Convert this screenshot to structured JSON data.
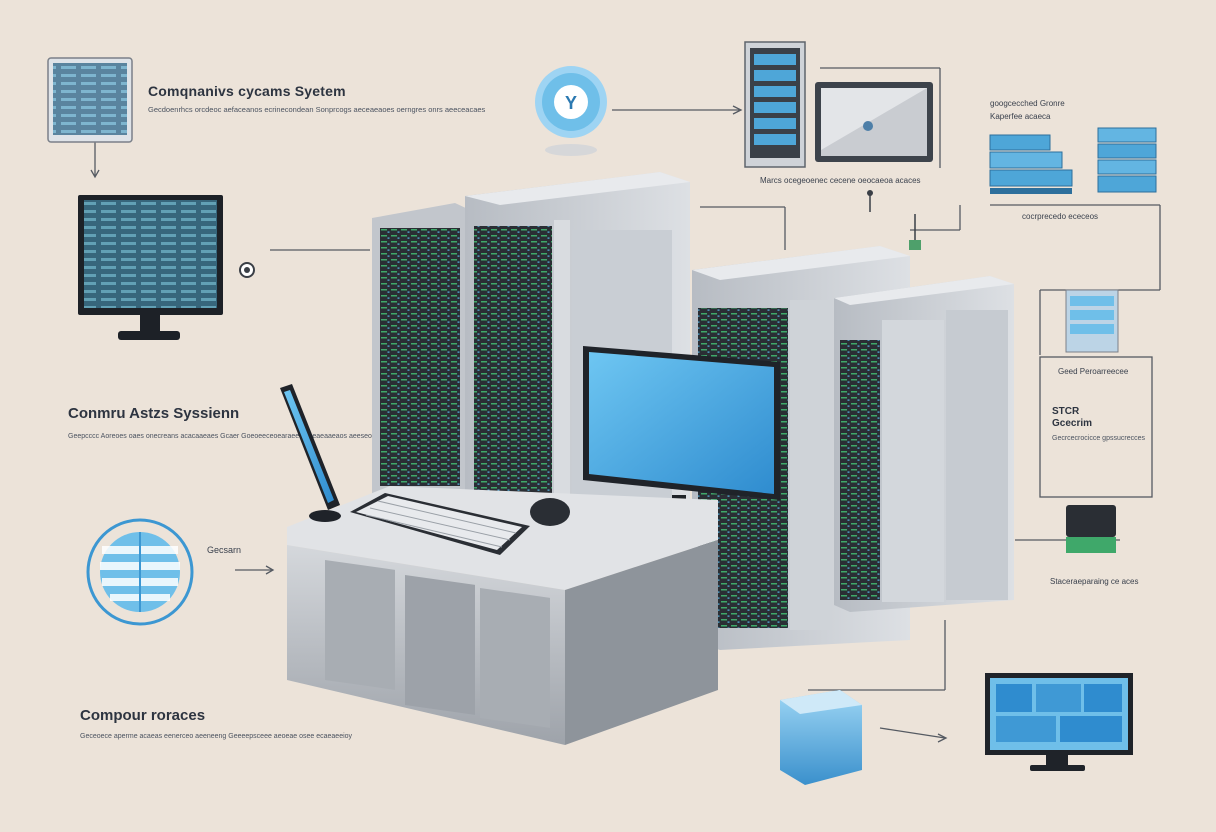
{
  "labels": {
    "top_title": "Comqnanivs cycams Syetem",
    "top_desc": "Gecdoenrhcs orcdeoc aefaceanos ecrinecondean Sonprcogs aeceaeaoes oerngres onrs aeeceacaes",
    "left_title": "Conmru Astzs Syssienn",
    "left_desc": "Geepcccc Aoreoes oaes onecreans acacaaeaes Gcaer Goeoeeceoearaee aeceaeaaeaos aeeseoeeoroe Geepcecoes aencerocs aeseoer bsaiie",
    "globe_label": "Gecsarn",
    "bottom_title": "Compour roraces",
    "bottom_desc": "Geceoece aperme acaeas eenerceo aeeneeng Geeeepsceee aeoeae osee ecaeaeeioy",
    "center_caption": "Marcs ocegeoenec cecene oeocaeoa acaces",
    "right_top_title": "googcecched Gronre",
    "right_top_sub": "Kaperfee acaeca",
    "right_mid_caption": "cocrprecedo ececeos",
    "right_box_title": "Geed Peroarreecee",
    "right_box_head1": "STCR",
    "right_box_head2": "Gcecrim",
    "right_box_desc": "Gecrcecrocicce gpssucrecces",
    "right_bottom_caption": "Staceraeparaing ce aces"
  },
  "colors": {
    "background": "#ece3d9",
    "accent_blue": "#4aa9e0",
    "server_gray": "#c9cdd3",
    "rack_dark": "#2a2e34",
    "led_green": "#3fa86a",
    "line": "#555a62"
  },
  "icons": [
    "monitor-icon",
    "gear-icon",
    "server-rack-icon",
    "tablet-icon",
    "storage-stack-icon",
    "globe-icon",
    "keyboard-icon",
    "mouse-icon",
    "display-icon",
    "disk-icon",
    "sensor-icon"
  ]
}
